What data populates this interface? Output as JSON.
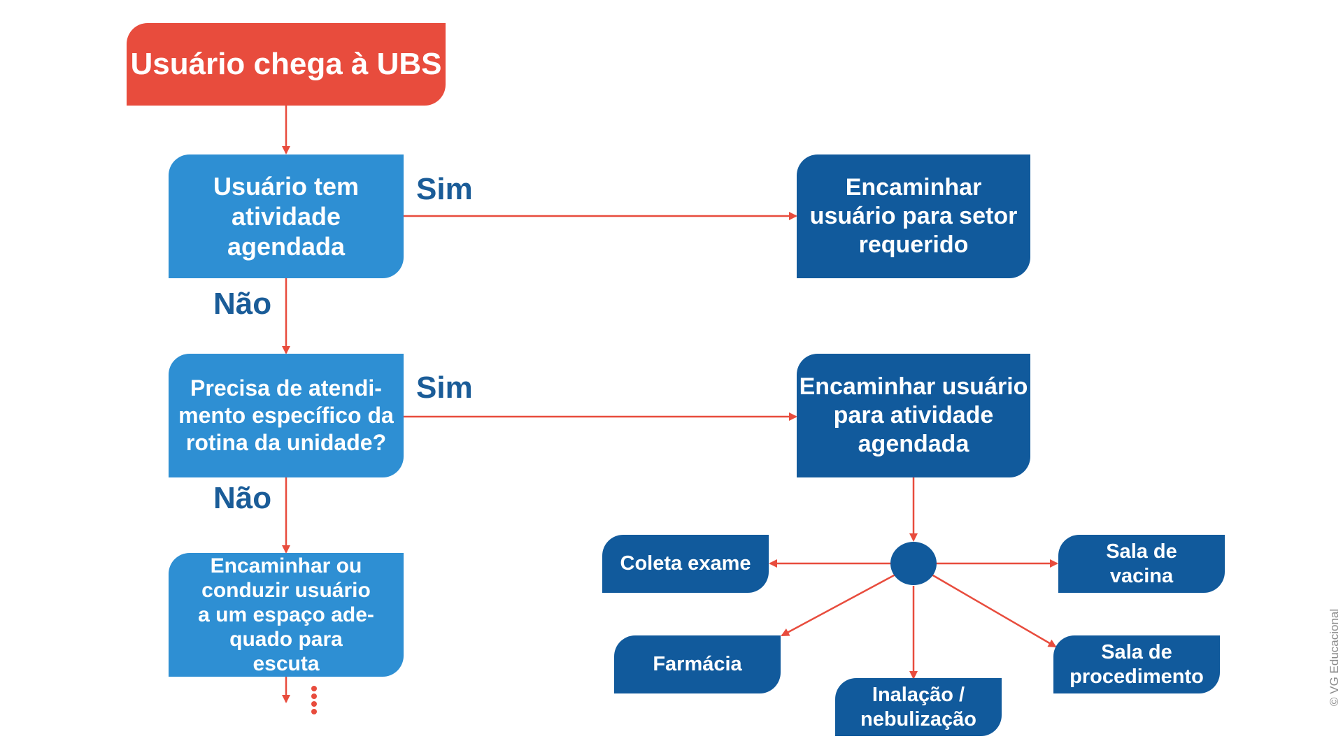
{
  "start": {
    "label": "Usuário chega à UBS"
  },
  "decision1": {
    "label": "Usuário tem\natividade\nagendada",
    "yes": "Sim",
    "no": "Não"
  },
  "decision2": {
    "label": "Precisa de atendi-\nmento específico da\nrotina da unidade?",
    "yes": "Sim",
    "no": "Não"
  },
  "action_listen": {
    "label": "Encaminhar ou\nconduzir usuário\na um espaço ade-\nquado para\nescuta"
  },
  "action_sector": {
    "label": "Encaminhar\nusuário para setor\nrequerido"
  },
  "action_activity": {
    "label": "Encaminhar usuário\npara atividade\nagendada"
  },
  "destinations": {
    "coleta": "Coleta exame",
    "vacina": "Sala de\nvacina",
    "farmacia": "Farmácia",
    "procedimento": "Sala de\nprocedimento",
    "inalacao": "Inalação /\nnebulização"
  },
  "credit": "© VG Educacional",
  "colors": {
    "start": "#e84c3d",
    "decision": "#2e8fd3",
    "dark_action": "#115a9c",
    "arrow": "#e84c3d",
    "label_text": "#1a5c98"
  }
}
